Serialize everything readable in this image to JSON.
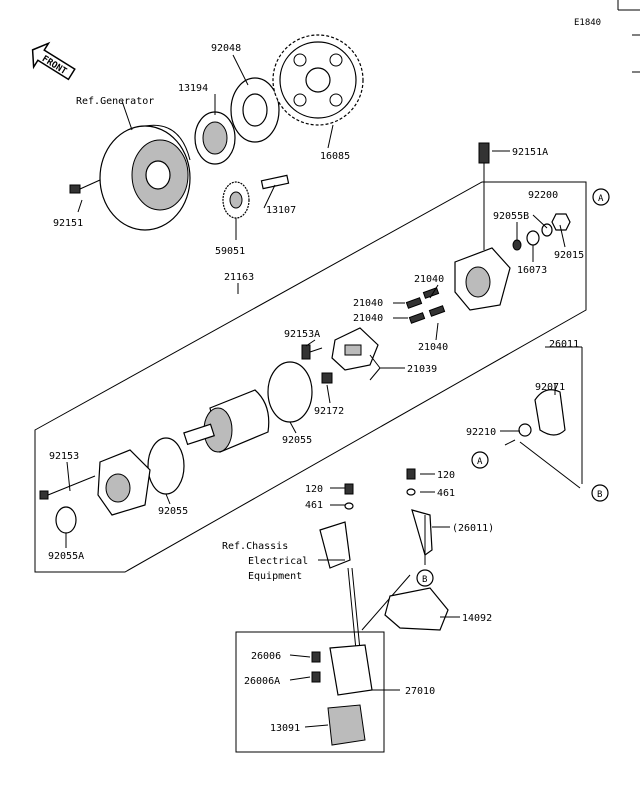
{
  "diagram_code": "E1840",
  "front_label": "FRONT",
  "ref_labels": {
    "generator": "Ref.Generator",
    "chassis_1": "Ref.Chassis",
    "chassis_2": "Electrical",
    "chassis_3": "Equipment"
  },
  "callouts": {
    "A": "A",
    "B": "B"
  },
  "part_labels": {
    "p92048": "92048",
    "p13194": "13194",
    "p16085": "16085",
    "p92151": "92151",
    "p13107": "13107",
    "p59051": "59051",
    "p21163": "21163",
    "p92151A": "92151A",
    "p92200": "92200",
    "p92055B": "92055B",
    "p92015": "92015",
    "p16073": "16073",
    "p21040a": "21040",
    "p21040b": "21040",
    "p21040c": "21040",
    "p21040d": "21040",
    "p92153A": "92153A",
    "p21039": "21039",
    "p92172": "92172",
    "p92055a": "92055",
    "p92153": "92153",
    "p92055b2": "92055",
    "p92055A": "92055A",
    "p26011": "26011",
    "p92071": "92071",
    "p92210": "92210",
    "p120a": "120",
    "p461a": "461",
    "p120b": "120",
    "p461b": "461",
    "p26011b": "(26011)",
    "p14092": "14092",
    "p26006": "26006",
    "p26006A": "26006A",
    "p27010": "27010",
    "p13091": "13091"
  }
}
